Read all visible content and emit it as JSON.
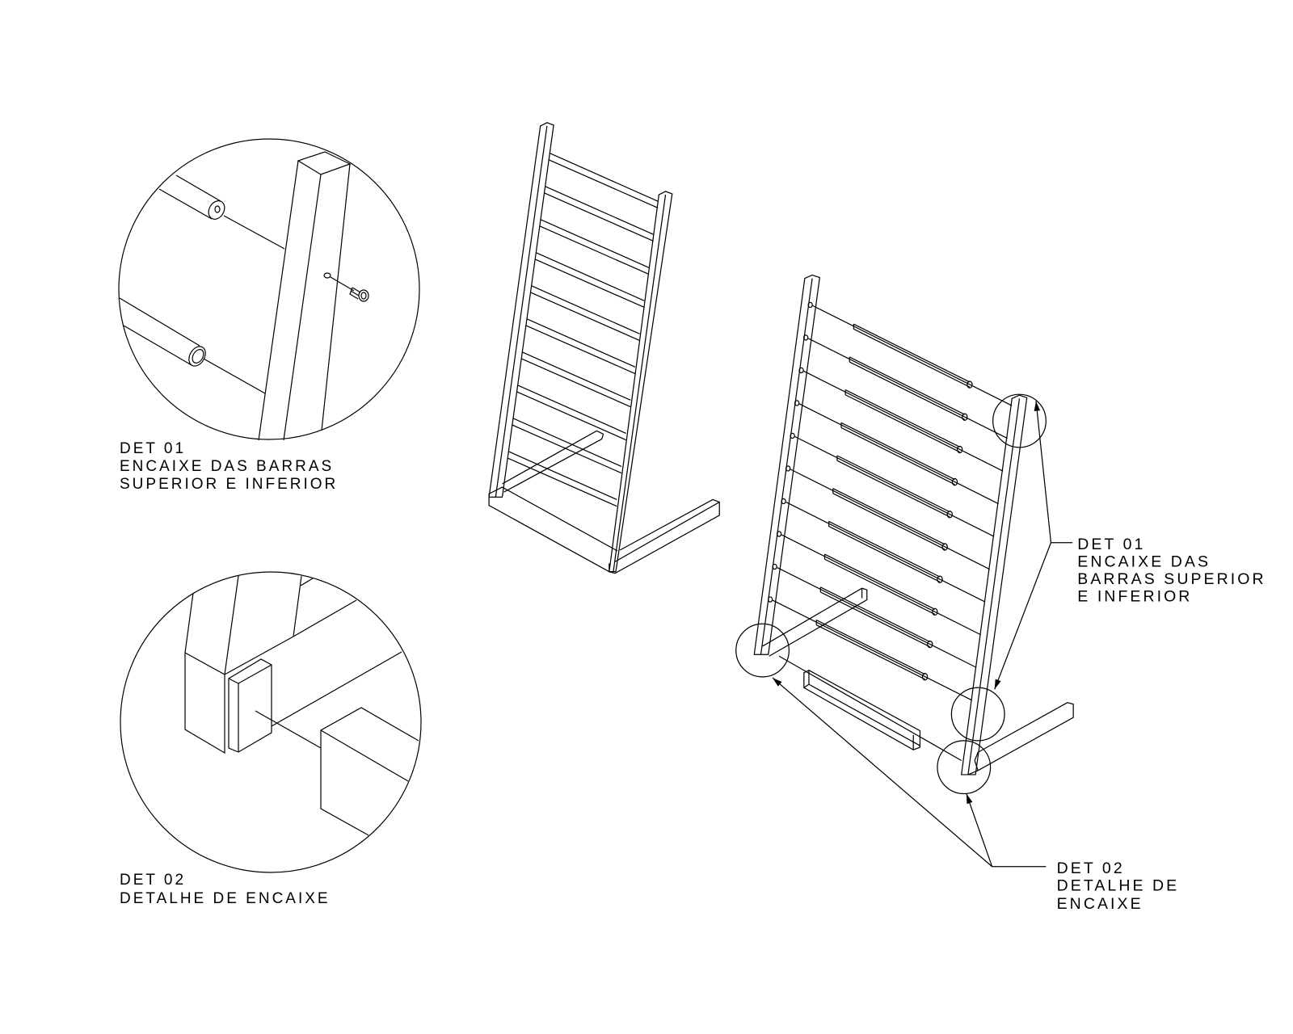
{
  "detail_01": {
    "lines": [
      "DET 01",
      "ENCAIXE DAS BARRAS",
      "SUPERIOR E INFERIOR"
    ]
  },
  "detail_02": {
    "lines": [
      "DET 02",
      "DETALHE DE ENCAIXE"
    ]
  },
  "callout_01": {
    "lines": [
      "DET 01",
      "ENCAIXE DAS",
      "BARRAS SUPERIOR",
      "E INFERIOR"
    ]
  },
  "callout_02": {
    "lines": [
      "DET 02",
      "DETALHE DE",
      "ENCAIXE"
    ]
  },
  "colors": {
    "ink": "#000000",
    "paper": "#ffffff"
  }
}
